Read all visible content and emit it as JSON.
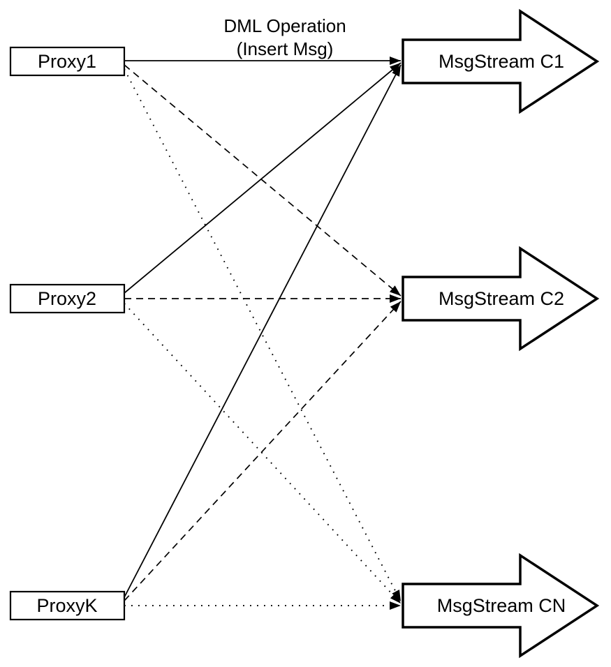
{
  "annotation": {
    "line1": "DML Operation",
    "line2": "(Insert Msg)"
  },
  "proxies": [
    {
      "id": "proxy1",
      "label": "Proxy1"
    },
    {
      "id": "proxy2",
      "label": "Proxy2"
    },
    {
      "id": "proxyK",
      "label": "ProxyK"
    }
  ],
  "streams": [
    {
      "id": "c1",
      "label": "MsgStream C1"
    },
    {
      "id": "c2",
      "label": "MsgStream C2"
    },
    {
      "id": "cn",
      "label": "MsgStream CN"
    }
  ],
  "edges": [
    {
      "from": "Proxy1",
      "to": "MsgStream C1",
      "style": "solid"
    },
    {
      "from": "Proxy2",
      "to": "MsgStream C1",
      "style": "solid"
    },
    {
      "from": "ProxyK",
      "to": "MsgStream C1",
      "style": "solid"
    },
    {
      "from": "Proxy1",
      "to": "MsgStream C2",
      "style": "dashed"
    },
    {
      "from": "Proxy2",
      "to": "MsgStream C2",
      "style": "dashed"
    },
    {
      "from": "ProxyK",
      "to": "MsgStream C2",
      "style": "dashed"
    },
    {
      "from": "Proxy1",
      "to": "MsgStream CN",
      "style": "dotted"
    },
    {
      "from": "Proxy2",
      "to": "MsgStream CN",
      "style": "dotted"
    },
    {
      "from": "ProxyK",
      "to": "MsgStream CN",
      "style": "dotted"
    }
  ],
  "colors": {
    "stroke": "#000000",
    "fill": "#ffffff",
    "background": "#ffffff"
  }
}
